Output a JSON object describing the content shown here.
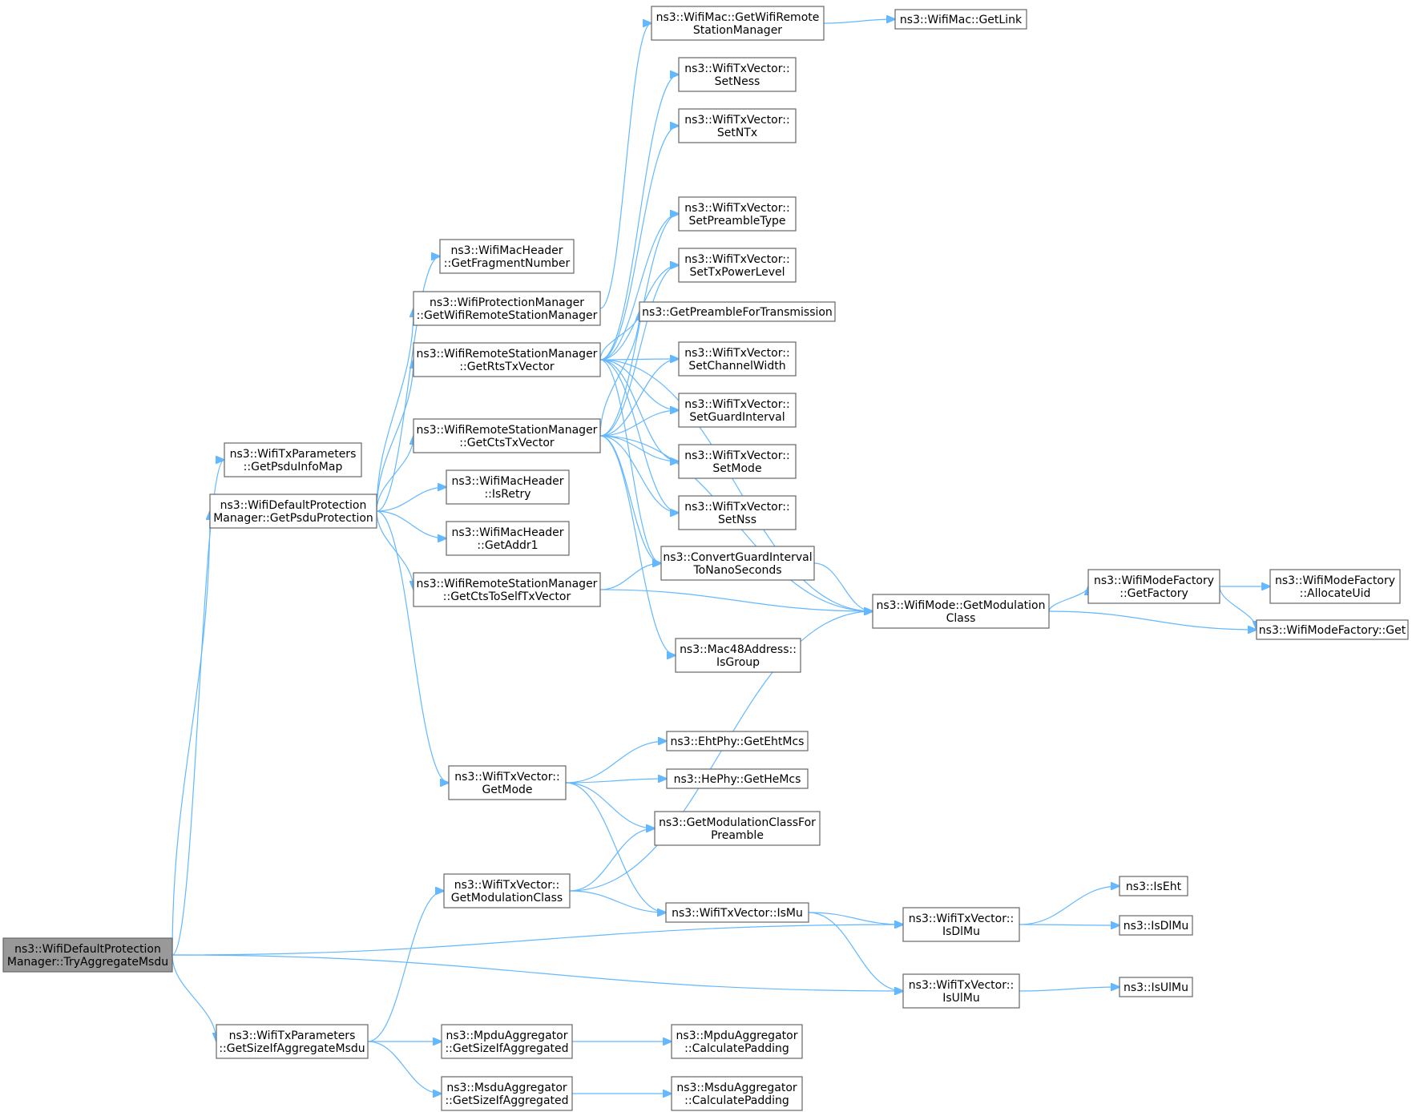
{
  "graph": {
    "title": "",
    "colors": {
      "edge": "#63b8ff",
      "box_border": "#666666",
      "root_fill": "#999999",
      "text": "#000000"
    },
    "nodes": [
      {
        "id": "tam",
        "lines": [
          "ns3::WifiDefaultProtection",
          "Manager::TryAggregateMsdu"
        ],
        "root": true
      },
      {
        "id": "gpim",
        "lines": [
          "ns3::WifiTxParameters",
          "::GetPsduInfoMap"
        ]
      },
      {
        "id": "gpp",
        "lines": [
          "ns3::WifiDefaultProtection",
          "Manager::GetPsduProtection"
        ]
      },
      {
        "id": "gsam",
        "lines": [
          "ns3::WifiTxParameters",
          "::GetSizeIfAggregateMsdu"
        ]
      },
      {
        "id": "gfn",
        "lines": [
          "ns3::WifiMacHeader",
          "::GetFragmentNumber"
        ]
      },
      {
        "id": "gwrsm",
        "lines": [
          "ns3::WifiProtectionManager",
          "::GetWifiRemoteStationManager"
        ]
      },
      {
        "id": "grts",
        "lines": [
          "ns3::WifiRemoteStationManager",
          "::GetRtsTxVector"
        ]
      },
      {
        "id": "gcts",
        "lines": [
          "ns3::WifiRemoteStationManager",
          "::GetCtsTxVector"
        ]
      },
      {
        "id": "isretry",
        "lines": [
          "ns3::WifiMacHeader",
          "::IsRetry"
        ]
      },
      {
        "id": "getaddr1",
        "lines": [
          "ns3::WifiMacHeader",
          "::GetAddr1"
        ]
      },
      {
        "id": "gctsself",
        "lines": [
          "ns3::WifiRemoteStationManager",
          "::GetCtsToSelfTxVector"
        ]
      },
      {
        "id": "getmode",
        "lines": [
          "ns3::WifiTxVector::",
          "GetMode"
        ]
      },
      {
        "id": "gmodclass",
        "lines": [
          "ns3::WifiTxVector::",
          "GetModulationClass"
        ]
      },
      {
        "id": "mpdu_gsia",
        "lines": [
          "ns3::MpduAggregator",
          "::GetSizeIfAggregated"
        ]
      },
      {
        "id": "msdu_gsia",
        "lines": [
          "ns3::MsduAggregator",
          "::GetSizeIfAggregated"
        ]
      },
      {
        "id": "macgwrsm",
        "lines": [
          "ns3::WifiMac::GetWifiRemote",
          "StationManager"
        ]
      },
      {
        "id": "getlink",
        "lines": [
          "ns3::WifiMac::GetLink"
        ]
      },
      {
        "id": "setness",
        "lines": [
          "ns3::WifiTxVector::",
          "SetNess"
        ]
      },
      {
        "id": "setntx",
        "lines": [
          "ns3::WifiTxVector::",
          "SetNTx"
        ]
      },
      {
        "id": "setpre",
        "lines": [
          "ns3::WifiTxVector::",
          "SetPreambleType"
        ]
      },
      {
        "id": "settxpl",
        "lines": [
          "ns3::WifiTxVector::",
          "SetTxPowerLevel"
        ]
      },
      {
        "id": "gpft",
        "lines": [
          "ns3::GetPreambleForTransmission"
        ]
      },
      {
        "id": "setcw",
        "lines": [
          "ns3::WifiTxVector::",
          "SetChannelWidth"
        ]
      },
      {
        "id": "setgi",
        "lines": [
          "ns3::WifiTxVector::",
          "SetGuardInterval"
        ]
      },
      {
        "id": "setmode",
        "lines": [
          "ns3::WifiTxVector::",
          "SetMode"
        ]
      },
      {
        "id": "setnss",
        "lines": [
          "ns3::WifiTxVector::",
          "SetNss"
        ]
      },
      {
        "id": "cgi",
        "lines": [
          "ns3::ConvertGuardInterval",
          "ToNanoSeconds"
        ]
      },
      {
        "id": "isgroup",
        "lines": [
          "ns3::Mac48Address::",
          "IsGroup"
        ]
      },
      {
        "id": "geteht",
        "lines": [
          "ns3::EhtPhy::GetEhtMcs"
        ]
      },
      {
        "id": "gethe",
        "lines": [
          "ns3::HePhy::GetHeMcs"
        ]
      },
      {
        "id": "gmcfp",
        "lines": [
          "ns3::GetModulationClassFor",
          "Preamble"
        ]
      },
      {
        "id": "ismu",
        "lines": [
          "ns3::WifiTxVector::IsMu"
        ]
      },
      {
        "id": "mpdu_cp",
        "lines": [
          "ns3::MpduAggregator",
          "::CalculatePadding"
        ]
      },
      {
        "id": "msdu_cp",
        "lines": [
          "ns3::MsduAggregator",
          "::CalculatePadding"
        ]
      },
      {
        "id": "wmgmc",
        "lines": [
          "ns3::WifiMode::GetModulation",
          "Class"
        ]
      },
      {
        "id": "isdlmu",
        "lines": [
          "ns3::WifiTxVector::",
          "IsDlMu"
        ]
      },
      {
        "id": "isulmu",
        "lines": [
          "ns3::WifiTxVector::",
          "IsUlMu"
        ]
      },
      {
        "id": "getfactory",
        "lines": [
          "ns3::WifiModeFactory",
          "::GetFactory"
        ]
      },
      {
        "id": "allocuid",
        "lines": [
          "ns3::WifiModeFactory",
          "::AllocateUid"
        ]
      },
      {
        "id": "wmfget",
        "lines": [
          "ns3::WifiModeFactory::Get"
        ]
      },
      {
        "id": "iseht",
        "lines": [
          "ns3::IsEht"
        ]
      },
      {
        "id": "isdlmu2",
        "lines": [
          "ns3::IsDlMu"
        ]
      },
      {
        "id": "isulmu2",
        "lines": [
          "ns3::IsUlMu"
        ]
      }
    ],
    "edges": [
      [
        "tam",
        "gpim"
      ],
      [
        "tam",
        "gpp"
      ],
      [
        "tam",
        "gsam"
      ],
      [
        "tam",
        "isdlmu"
      ],
      [
        "tam",
        "isulmu"
      ],
      [
        "gpp",
        "gfn"
      ],
      [
        "gpp",
        "gwrsm"
      ],
      [
        "gpp",
        "grts"
      ],
      [
        "gpp",
        "gcts"
      ],
      [
        "gpp",
        "isretry"
      ],
      [
        "gpp",
        "getaddr1"
      ],
      [
        "gpp",
        "gctsself"
      ],
      [
        "gpp",
        "getmode"
      ],
      [
        "gwrsm",
        "macgwrsm"
      ],
      [
        "macgwrsm",
        "getlink"
      ],
      [
        "grts",
        "setness"
      ],
      [
        "grts",
        "setntx"
      ],
      [
        "grts",
        "wmgmc"
      ],
      [
        "grts",
        "setpre"
      ],
      [
        "grts",
        "settxpl"
      ],
      [
        "grts",
        "gpft"
      ],
      [
        "grts",
        "setcw"
      ],
      [
        "grts",
        "setgi"
      ],
      [
        "grts",
        "setmode"
      ],
      [
        "grts",
        "setnss"
      ],
      [
        "grts",
        "cgi"
      ],
      [
        "gcts",
        "setpre"
      ],
      [
        "gcts",
        "settxpl"
      ],
      [
        "gcts",
        "gpft"
      ],
      [
        "gcts",
        "setcw"
      ],
      [
        "gcts",
        "setgi"
      ],
      [
        "gcts",
        "setmode"
      ],
      [
        "gcts",
        "setnss"
      ],
      [
        "gcts",
        "cgi"
      ],
      [
        "gcts",
        "isgroup"
      ],
      [
        "gcts",
        "wmgmc"
      ],
      [
        "gctsself",
        "cgi"
      ],
      [
        "gctsself",
        "wmgmc"
      ],
      [
        "cgi",
        "wmgmc"
      ],
      [
        "wmgmc",
        "getfactory"
      ],
      [
        "wmgmc",
        "wmfget"
      ],
      [
        "getfactory",
        "allocuid"
      ],
      [
        "getfactory",
        "wmfget"
      ],
      [
        "getmode",
        "geteht"
      ],
      [
        "getmode",
        "gethe"
      ],
      [
        "getmode",
        "gmcfp"
      ],
      [
        "getmode",
        "ismu"
      ],
      [
        "gmodclass",
        "gmcfp"
      ],
      [
        "gmodclass",
        "wmgmc"
      ],
      [
        "gmodclass",
        "ismu"
      ],
      [
        "ismu",
        "isdlmu"
      ],
      [
        "ismu",
        "isulmu"
      ],
      [
        "isdlmu",
        "iseht"
      ],
      [
        "isdlmu",
        "isdlmu2"
      ],
      [
        "isulmu",
        "isulmu2"
      ],
      [
        "gsam",
        "gmodclass"
      ],
      [
        "gsam",
        "mpdu_gsia"
      ],
      [
        "gsam",
        "msdu_gsia"
      ],
      [
        "mpdu_gsia",
        "mpdu_cp"
      ],
      [
        "msdu_gsia",
        "msdu_cp"
      ]
    ]
  }
}
